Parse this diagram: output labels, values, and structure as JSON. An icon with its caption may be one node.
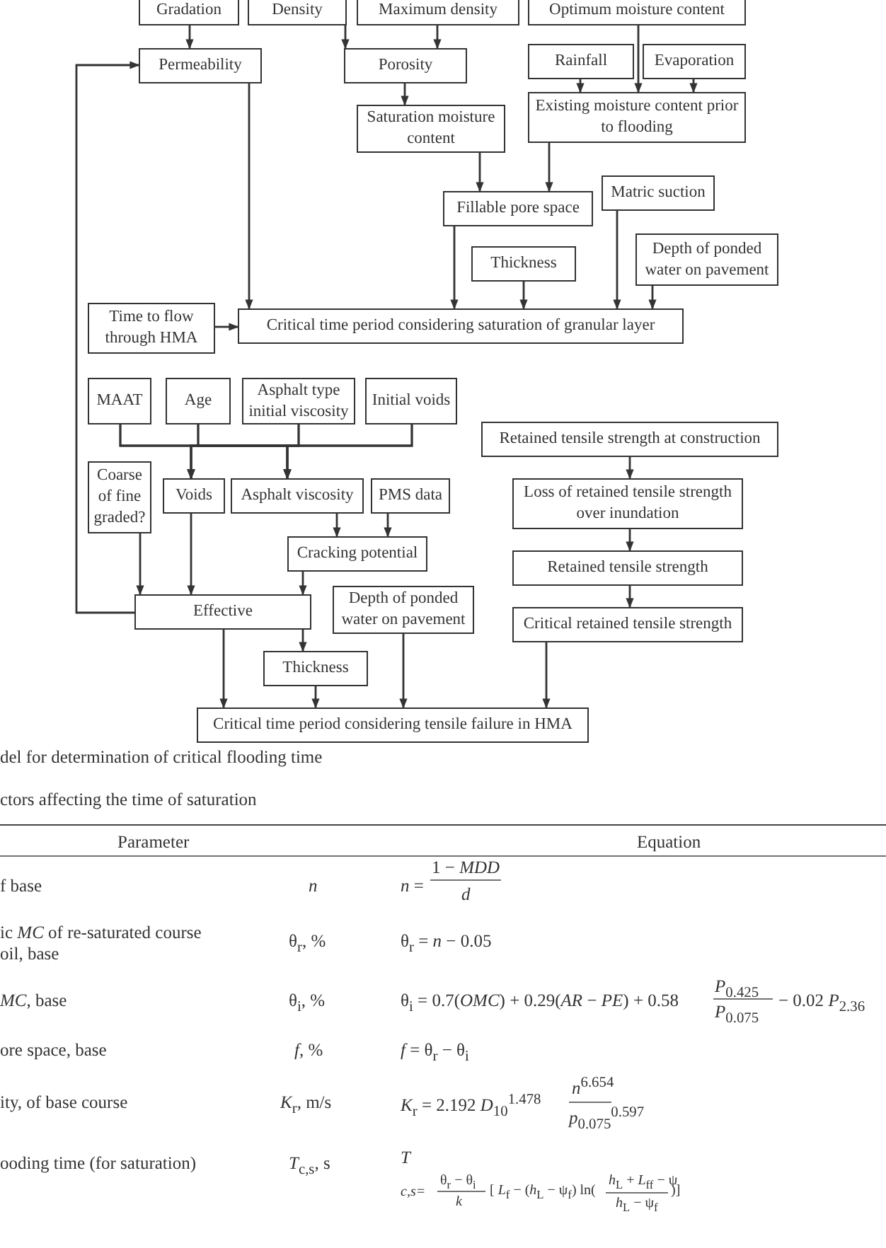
{
  "diagram": {
    "nodes": [
      {
        "text": [
          "Gradation"
        ]
      },
      {
        "text": [
          "Density"
        ]
      },
      {
        "text": [
          "Maximum density"
        ]
      },
      {
        "text": [
          "Optimum moisture content"
        ]
      },
      {
        "text": [
          "Permeability"
        ]
      },
      {
        "text": [
          "Porosity"
        ]
      },
      {
        "text": [
          "Rainfall"
        ]
      },
      {
        "text": [
          "Evaporation"
        ]
      },
      {
        "text": [
          "Saturation moisture content"
        ]
      },
      {
        "text": [
          "Existing moisture content prior to flooding"
        ]
      },
      {
        "text": [
          "Fillable pore space"
        ]
      },
      {
        "text": [
          "Matric suction"
        ]
      },
      {
        "text": [
          "Thickness"
        ]
      },
      {
        "text": [
          "Depth of ponded water on pavement"
        ]
      },
      {
        "text": [
          "Time to flow through HMA"
        ]
      },
      {
        "text": [
          "Critical time period considering saturation of granular layer"
        ]
      },
      {
        "text": [
          "MAAT"
        ]
      },
      {
        "text": [
          "Age"
        ]
      },
      {
        "text": [
          "Asphalt type initial viscosity"
        ]
      },
      {
        "text": [
          "Initial voids"
        ]
      },
      {
        "text": [
          "Retained tensile strength at construction"
        ]
      },
      {
        "text": [
          "Coarse of fine graded?"
        ]
      },
      {
        "text": [
          "Voids"
        ]
      },
      {
        "text": [
          "Asphalt viscosity"
        ]
      },
      {
        "text": [
          "PMS data"
        ]
      },
      {
        "text": [
          "Loss of retained tensile strength over inundation"
        ]
      },
      {
        "text": [
          "Cracking potential"
        ]
      },
      {
        "text": [
          "Retained tensile strength"
        ]
      },
      {
        "text": [
          "Effective"
        ]
      },
      {
        "text": [
          "Depth of ponded water on pavement"
        ]
      },
      {
        "text": [
          "Critical retained tensile strength"
        ]
      },
      {
        "text": [
          "Thickness"
        ]
      },
      {
        "text": [
          "Critical time period considering tensile failure in HMA"
        ]
      }
    ],
    "edges": [
      {
        "from": 0,
        "to": 4,
        "arrow": "to"
      },
      {
        "from": 1,
        "to": 5,
        "arrow": "to"
      },
      {
        "from": 2,
        "to": 5,
        "arrow": "to"
      },
      {
        "from": 3,
        "to": 9,
        "arrow": "to"
      },
      {
        "from": 6,
        "to": 9,
        "arrow": "to"
      },
      {
        "from": 7,
        "to": 9,
        "arrow": "to"
      },
      {
        "from": 5,
        "to": 8,
        "arrow": "to"
      },
      {
        "from": 8,
        "to": 10,
        "arrow": "to"
      },
      {
        "from": 9,
        "to": 10,
        "arrow": "to"
      },
      {
        "from": 4,
        "to": 15,
        "arrow": "to"
      },
      {
        "from": 10,
        "to": 15,
        "arrow": "to"
      },
      {
        "from": 12,
        "to": 15,
        "arrow": "to"
      },
      {
        "from": 11,
        "to": 15,
        "arrow": "to"
      },
      {
        "from": 13,
        "to": 15,
        "arrow": "to"
      },
      {
        "from": 14,
        "to": 15,
        "arrow": "to"
      },
      {
        "from": 28,
        "to": 4,
        "arrow": "to"
      },
      {
        "from": 16,
        "to": 22,
        "arrow": "to"
      },
      {
        "from": 16,
        "to": 23,
        "arrow": "to"
      },
      {
        "from": 17,
        "to": 22,
        "arrow": "to"
      },
      {
        "from": 17,
        "to": 23,
        "arrow": "to"
      },
      {
        "from": 18,
        "to": 22,
        "arrow": "to"
      },
      {
        "from": 18,
        "to": 23,
        "arrow": "to"
      },
      {
        "from": 19,
        "to": 22,
        "arrow": "to"
      },
      {
        "from": 19,
        "to": 23,
        "arrow": "to"
      },
      {
        "from": 21,
        "to": 28,
        "arrow": "to"
      },
      {
        "from": 22,
        "to": 28,
        "arrow": "to"
      },
      {
        "from": 23,
        "to": 26,
        "arrow": "to"
      },
      {
        "from": 24,
        "to": 26,
        "arrow": "to"
      },
      {
        "from": 26,
        "to": 28,
        "arrow": "to"
      },
      {
        "from": 28,
        "to": 31,
        "arrow": "to"
      },
      {
        "from": 28,
        "to": 32,
        "arrow": "to"
      },
      {
        "from": 31,
        "to": 32,
        "arrow": "to"
      },
      {
        "from": 29,
        "to": 32,
        "arrow": "to"
      },
      {
        "from": 20,
        "to": 25,
        "arrow": "to"
      },
      {
        "from": 25,
        "to": 27,
        "arrow": "to"
      },
      {
        "from": 27,
        "to": 30,
        "arrow": "to"
      },
      {
        "from": 30,
        "to": 32,
        "arrow": "to"
      }
    ],
    "labels": [
      "del for determination of critical flooding time",
      "ctors affecting the time of saturation",
      "Parameter",
      "Equation",
      "f base",
      "n",
      "*n* =",
      "1 − *MDD*",
      "d",
      "ic *MC* of re-saturated course oil, base",
      "θ$_{r}$, %",
      "θ$_{r}$ = *n* − 0.05",
      "*MC*, base",
      "θ$_{i}$, %",
      "θ$_{i}$ = 0.7(*OMC*) + 0.29(*AR* − *PE*) + 0.58",
      "*P*$_{0.425}$",
      "*P*$_{0.075}$",
      "− 0.02 *P*$_{2.36}$",
      "ore space, base",
      "*f*, %",
      "*f* = θ$_{r}$ − θ$_{i}$",
      "ity, of base course",
      "*K*$_{r}$, m/s",
      "*K*$_{r}$ = 2.192 *D*$_{10}$$^{1.478}$",
      "*n*$^{6.654}$",
      "*p*$_{0.075}$$^{0.597}$",
      "ooding time (for saturation)",
      "*T*$_{c,s}$, s",
      "T",
      "c,s=",
      "θ$_{r}$ − θ$_{i}$",
      "k",
      "[ *L*$_{f}$ − (*h*$_{L}$ − ψ$_{f}$) ln(",
      "*h*$_{L}$ + *L*$_{ff}$ − ψ",
      "*h*$_{L}$ − ψ$_{f}$",
      ")]"
    ]
  }
}
